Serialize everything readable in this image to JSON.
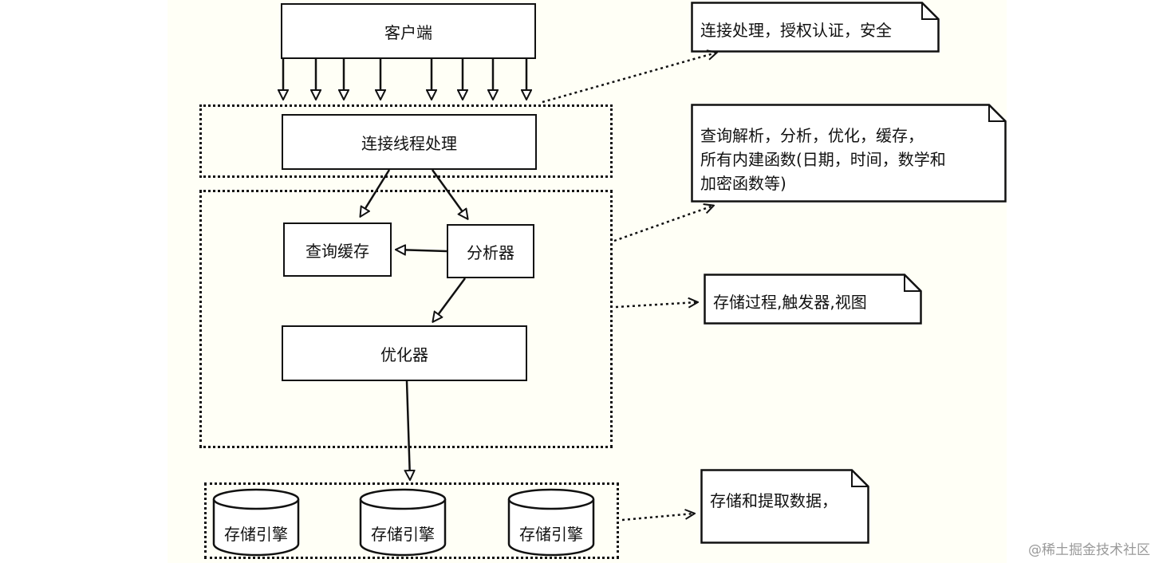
{
  "diagram": {
    "client": "客户端",
    "connection_thread": "连接线程处理",
    "query_cache": "查询缓存",
    "analyzer": "分析器",
    "optimizer": "优化器",
    "storage_engines": [
      "存储引擎",
      "存储引擎",
      "存储引擎"
    ]
  },
  "notes": {
    "connection": [
      "连接处理，授权认证，安全"
    ],
    "service": [
      "查询解析，分析，优化，缓存，",
      "所有内建函数(日期，时间，数学和",
      "加密函数等)"
    ],
    "procedures": [
      "存储过程,触发器,视图"
    ],
    "storage": [
      "存储和提取数据，"
    ]
  },
  "watermark": "@稀土掘金技术社区"
}
